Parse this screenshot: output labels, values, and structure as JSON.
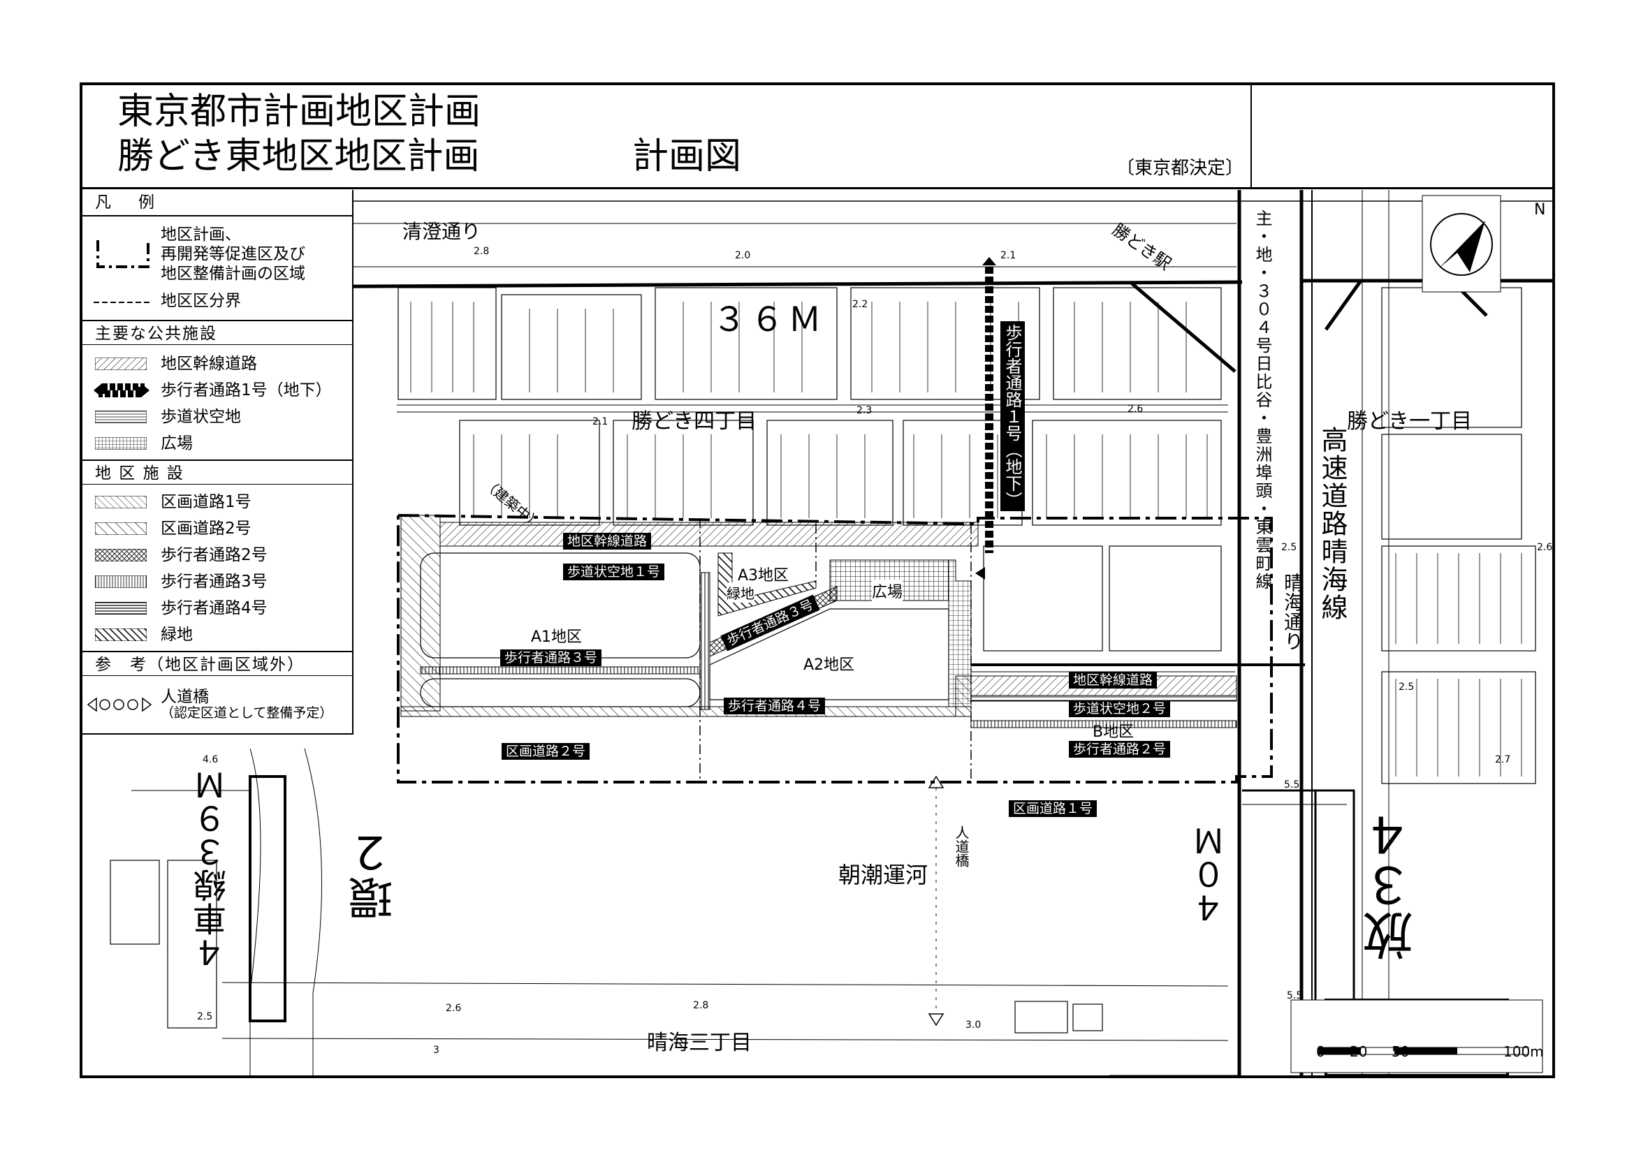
{
  "title": {
    "line1": "東京都市計画地区計画",
    "line2": "勝どき東地区地区計画",
    "subtitle": "計画図",
    "decision": "〔東京都決定〕"
  },
  "legend": {
    "header": "凡　例",
    "boundary_label": "地区計画、\n再開発等促進区及び\n地区整備計画の区域",
    "boundary_line1": "地区計画、",
    "boundary_line2": "再開発等促進区及び",
    "boundary_line3": "地区整備計画の区域",
    "district_divider": "地区区分界",
    "section_public": "主要な公共施設",
    "public_items": [
      "地区幹線道路",
      "歩行者通路1号（地下）",
      "歩道状空地",
      "広場"
    ],
    "section_district": "地 区 施 設",
    "district_items": [
      "区画道路1号",
      "区画道路2号",
      "歩行者通路2号",
      "歩行者通路3号",
      "歩行者通路4号",
      "緑地"
    ],
    "section_reference": "参　考（地区計画区域外）",
    "bridge_label": "人道橋",
    "bridge_note": "（認定区道として整備予定）"
  },
  "map": {
    "street_kiyosumi": "清澄通り",
    "station": "勝どき駅",
    "width_36": "３６Ｍ",
    "width_40": "４０Ｍ",
    "area_kachidoki4": "勝どき四丁目",
    "area_kachidoki1": "勝どき一丁目",
    "area_harumi3": "晴海三丁目",
    "canal": "朝潮運河",
    "under_construction": "（建築中）",
    "pedestrian1": "歩行者通路１号（地下）",
    "road_side": "主・地・３０４号日比谷・豊洲埠頭・東雲町線",
    "harumi_dori": "晴海通り",
    "expressway": "高速道路晴海線",
    "ring2": "環２",
    "lane4": "４車線３９Ｍ",
    "radial34": "放３４",
    "footbridge": "人道橋",
    "district_A1": "A1地区",
    "district_A2": "A2地区",
    "district_A3": "A3地区",
    "district_B": "B地区",
    "green": "緑地",
    "plaza": "広場",
    "boxes": {
      "trunk_road_top": "地区幹線道路",
      "sidewalk1": "歩道状空地１号",
      "ped3_a1": "歩行者通路３号",
      "ped3_a3": "歩行者通路３号",
      "ped4": "歩行者通路４号",
      "ward_road2": "区画道路２号",
      "trunk_road_b": "地区幹線道路",
      "sidewalk2": "歩道状空地２号",
      "ped2": "歩行者通路２号",
      "ward_road1": "区画道路１号"
    },
    "elevations": [
      "2.8",
      "2.0",
      "2.1",
      "2.2",
      "2.3",
      "2.6",
      "2.5",
      "2.6",
      "2.5",
      "2.7",
      "5.5",
      "5.5",
      "2.5",
      "2.6",
      "2.8",
      "3.0",
      "3",
      "2.1",
      "4.6"
    ]
  },
  "north": "N",
  "scale": {
    "ticks": [
      "0",
      "20",
      "50",
      "100m"
    ]
  }
}
